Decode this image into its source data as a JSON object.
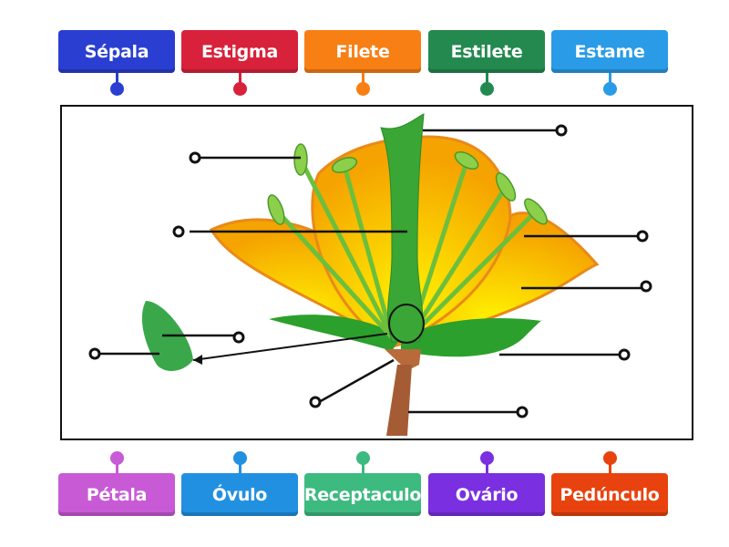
{
  "top_labels": [
    {
      "text": "Sépala",
      "color": "#2a3fd1"
    },
    {
      "text": "Estigma",
      "color": "#d8213b"
    },
    {
      "text": "Filete",
      "color": "#f77f14"
    },
    {
      "text": "Estilete",
      "color": "#23894f"
    },
    {
      "text": "Estame",
      "color": "#2a9be6"
    }
  ],
  "bottom_labels": [
    {
      "text": "Pétala",
      "color": "#c85ad6"
    },
    {
      "text": "Óvulo",
      "color": "#2290e0"
    },
    {
      "text": "Receptaculo",
      "color": "#3dba7f"
    },
    {
      "text": "Ovário",
      "color": "#7a2fe0"
    },
    {
      "text": "Pedúnculo",
      "color": "#e8430e"
    }
  ]
}
